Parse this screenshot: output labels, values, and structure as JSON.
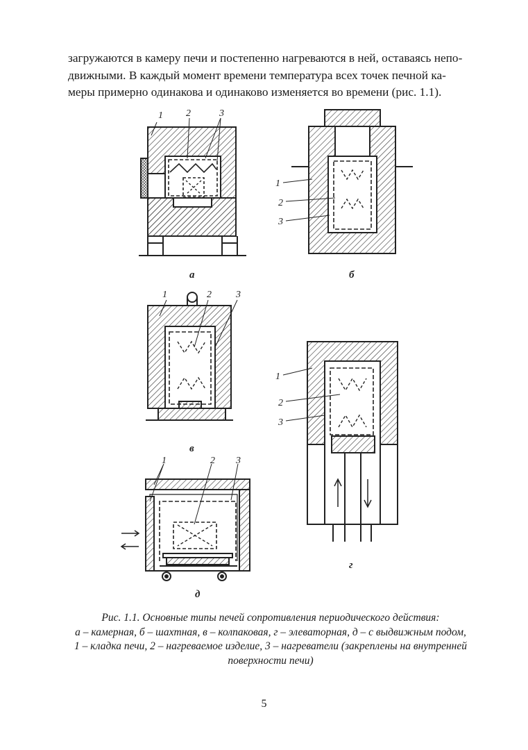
{
  "body_text": [
    "загружаются в камеру печи и постепенно нагреваются в ней, оставаясь непо-",
    "движными. В каждый момент времени температура всех точек печной ка-",
    "меры примерно одинакова и одинаково изменяется во времени (рис. 1.1)."
  ],
  "figure": {
    "panels": [
      {
        "id": "a",
        "label": "а",
        "callouts": [
          "1",
          "2",
          "3"
        ]
      },
      {
        "id": "b",
        "label": "б",
        "callouts": [
          "1",
          "2",
          "3"
        ]
      },
      {
        "id": "v",
        "label": "в",
        "callouts": [
          "1",
          "2",
          "3"
        ]
      },
      {
        "id": "g",
        "label": "г",
        "callouts": [
          "1",
          "2",
          "3"
        ]
      },
      {
        "id": "d",
        "label": "д",
        "callouts": [
          "1",
          "2",
          "3"
        ]
      }
    ],
    "caption": [
      "Рис. 1.1. Основные типы печей сопротивления периодического действия:",
      "а – камерная, б – шахтная, в – колпаковая, г – элеваторная, д – с выдвижным подом,",
      "1 – кладка печи, 2 – нагреваемое изделие, 3 – нагреватели (закреплены на внутренней",
      "поверхности печи)"
    ]
  },
  "page_number": "5"
}
